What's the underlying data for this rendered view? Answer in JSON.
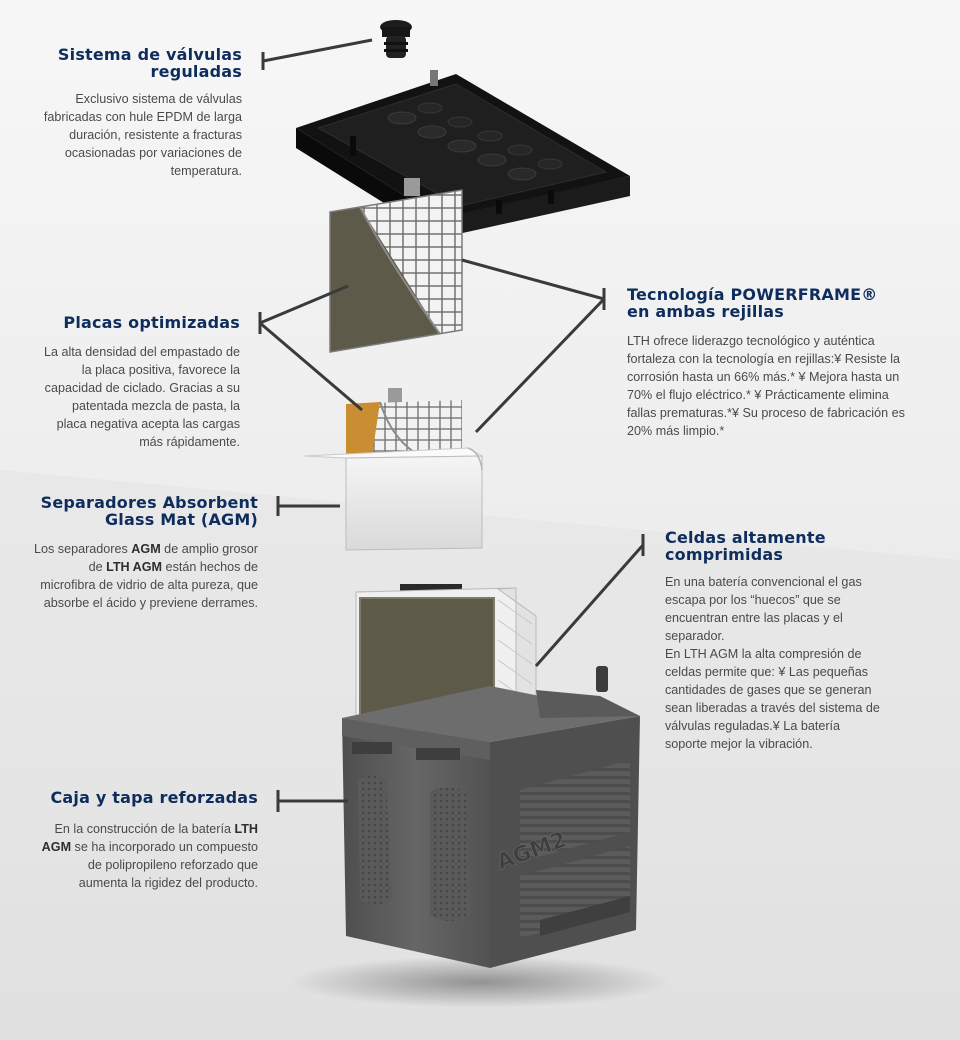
{
  "sections": {
    "valves": {
      "title_1": "Sistema de válvulas",
      "title_2": "reguladas",
      "body": "Exclusivo sistema de válvulas fabricadas con hule EPDM de larga duración, resistente a fracturas ocasionadas por variaciones de temperatura."
    },
    "plates": {
      "title": "Placas optimizadas",
      "body": "La alta densidad del empastado de la placa positiva, favorece la capacidad de ciclado. Gracias a su patentada mezcla de pasta, la placa negativa acepta las cargas más rápidamente."
    },
    "agm": {
      "title_1": "Separadores Absorbent",
      "title_2": "Glass Mat (AGM)",
      "body_a": "Los separadores ",
      "body_b": "AGM",
      "body_c": " de amplio grosor de ",
      "body_d": "LTH AGM",
      "body_e": " están hechos de microfibra de vidrio de alta pureza, que absorbe el ácido y previene derrames."
    },
    "box": {
      "title": "Caja y tapa reforzadas",
      "body_a": "En la construcción de la batería ",
      "body_b": "LTH AGM",
      "body_c": " se ha incorporado un compuesto de polipropileno reforzado que aumenta la rigidez del producto."
    },
    "powerframe": {
      "title_1": "Tecnología POWERFRAME®",
      "title_2": "en ambas rejillas",
      "body": "LTH ofrece liderazgo tecnológico y auténtica fortaleza con la tecnología en rejillas:¥ Resiste la corrosión hasta un 66% más.* ¥ Mejora hasta un 70% el flujo eléctrico.* ¥ Prácticamente elimina fallas prematuras.*¥ Su proceso de fabricación es 20% más limpio.*"
    },
    "cells": {
      "title_1": "Celdas altamente",
      "title_2": "comprimidas",
      "body_1": "En una batería convencional el gas escapa por los “huecos” que se encuentran entre las placas y el separador.",
      "body_2": "En LTH AGM la alta compresión de celdas permite que: ¥ Las pequeñas cantidades de gases que se generan sean liberadas a través del sistema de válvulas reguladas.¥ La batería soporte mejor la vibración."
    }
  },
  "product": {
    "box_logo": "AGM2"
  },
  "colors": {
    "heading": "#0e2d5c",
    "body_text": "#4a4a4a",
    "leader_line": "#333333",
    "plate_paste": "#5e5a4a",
    "plate_paste_orange": "#c98d32",
    "case": "#5a5a5a",
    "lid": "#1a1a1a"
  }
}
